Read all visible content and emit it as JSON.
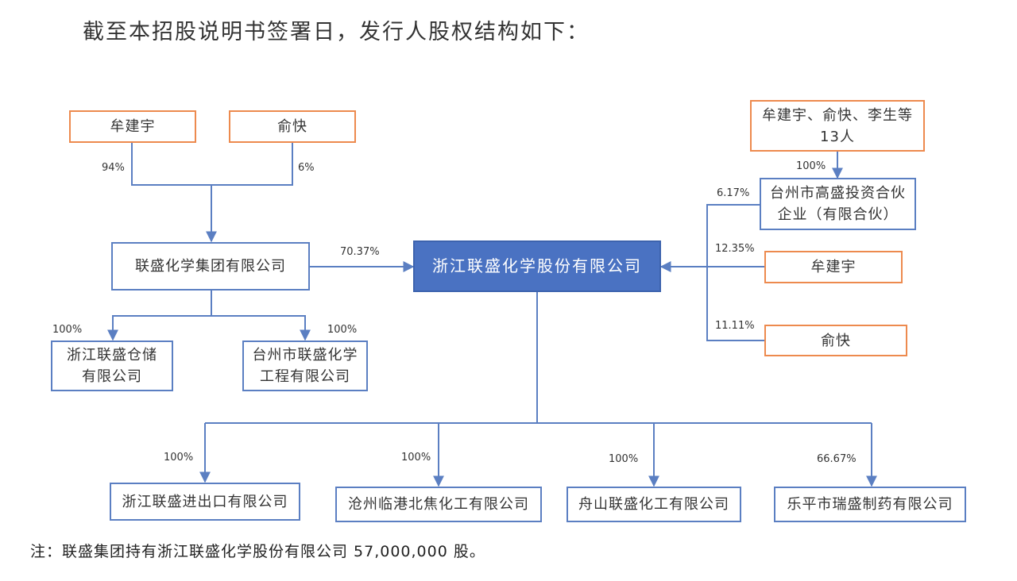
{
  "heading": "截至本招股说明书签署日，发行人股权结构如下：",
  "note": "注：联盛集团持有浙江联盛化学股份有限公司 57,000,000 股。",
  "colors": {
    "orange_border": "#ed8a4e",
    "blue_border": "#5b7fc2",
    "main_fill": "#4a72c2",
    "line": "#5b7fc2"
  },
  "nodes": {
    "mou_left": "牟建宇",
    "yu_left": "俞快",
    "group_13": "牟建宇、俞快、李生等13人",
    "gaosheng": "台州市高盛投资合伙企业（有限合伙）",
    "mou_right": "牟建宇",
    "yu_right": "俞快",
    "group": "联盛化学集团有限公司",
    "main": "浙江联盛化学股份有限公司",
    "cangchu": "浙江联盛仓储有限公司",
    "engineering": "台州市联盛化学工程有限公司",
    "import_export": "浙江联盛进出口有限公司",
    "cangzhou": "沧州临港北焦化工有限公司",
    "zhoushan": "舟山联盛化工有限公司",
    "leping": "乐平市瑞盛制药有限公司"
  },
  "percents": {
    "mou_to_group": "94%",
    "yu_to_group": "6%",
    "group_to_main": "70.37%",
    "group13_to_gaosheng": "100%",
    "gaosheng_to_main": "6.17%",
    "mou_to_main": "12.35%",
    "yu_to_main": "11.11%",
    "group_to_cangchu": "100%",
    "group_to_engineering": "100%",
    "main_to_import_export": "100%",
    "main_to_cangzhou": "100%",
    "main_to_zhoushan": "100%",
    "main_to_leping": "66.67%"
  }
}
